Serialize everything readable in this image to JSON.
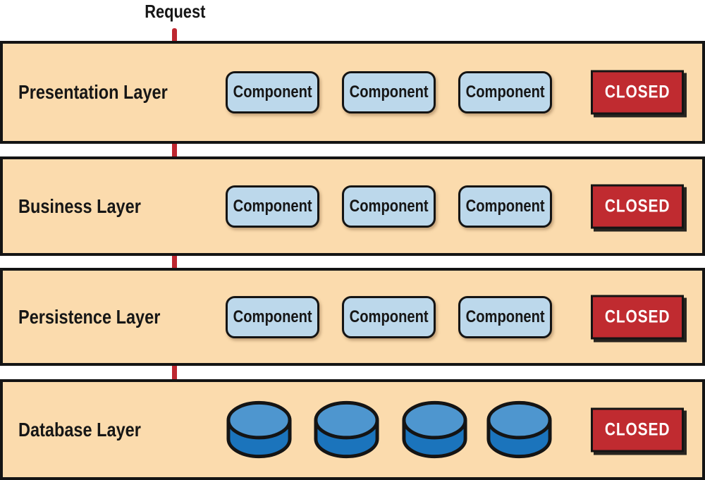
{
  "request_label": "Request",
  "layers": [
    {
      "id": "presentation",
      "label": "Presentation Layer",
      "components": [
        "Component",
        "Component",
        "Component"
      ],
      "closed_label": "CLOSED"
    },
    {
      "id": "business",
      "label": "Business Layer",
      "components": [
        "Component",
        "Component",
        "Component"
      ],
      "closed_label": "CLOSED"
    },
    {
      "id": "persistence",
      "label": "Persistence Layer",
      "components": [
        "Component",
        "Component",
        "Component"
      ],
      "closed_label": "CLOSED"
    },
    {
      "id": "database",
      "label": "Database Layer",
      "database_count": 4,
      "closed_label": "CLOSED"
    }
  ],
  "arrows": {
    "count": 4,
    "direction": "down",
    "description": "request flow from top through all layers"
  },
  "colors": {
    "layer-fill": "#FBDBAD",
    "outline": "#141414",
    "component-fill": "#BCD8EB",
    "closed-fill": "#C02B30",
    "closed-text": "#FFFFFF",
    "arrow-red": "#BE2730",
    "cyl-top": "#4E96CF",
    "cyl-body": "#1B74BC",
    "text": "#161616",
    "canvas-bg": "#FFFFFF"
  }
}
